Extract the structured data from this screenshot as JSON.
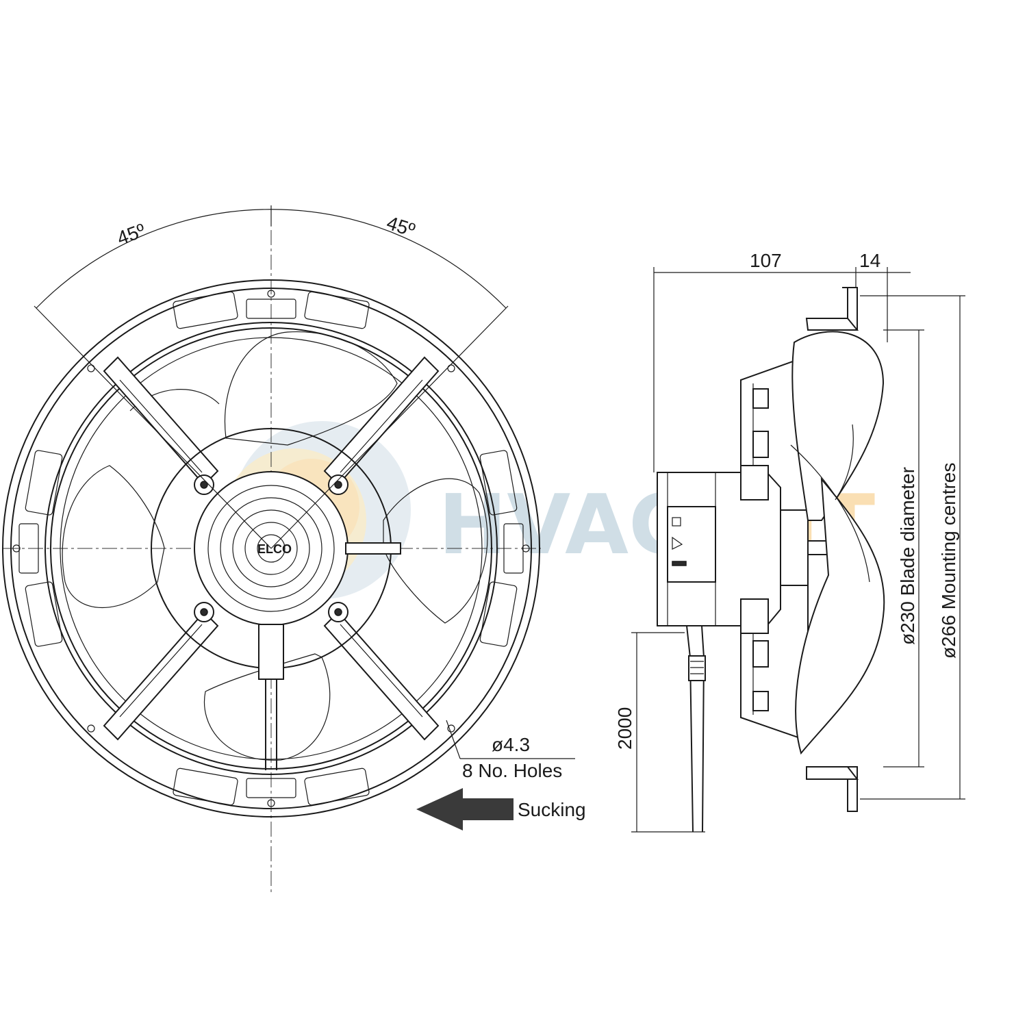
{
  "front_view": {
    "angle_left": "45º",
    "angle_right": "45º",
    "hole_diameter": "ø4.3",
    "hole_count": "8 No. Holes",
    "airflow_label": "Sucking",
    "motor_logo": "ELCO"
  },
  "side_view": {
    "depth_dim": "107",
    "flange_dim": "14",
    "blade_diameter": "ø230 Blade diameter",
    "mounting_centres": "ø266 Mounting centres",
    "cable_length": "2000"
  },
  "watermark": {
    "part1": "HVAC",
    "part2": "-KIT"
  },
  "colors": {
    "line": "#1a1a1a",
    "watermark_blue": "#8fb0c4",
    "watermark_orange": "#f3b24a",
    "arrow": "#3a3a3a"
  }
}
